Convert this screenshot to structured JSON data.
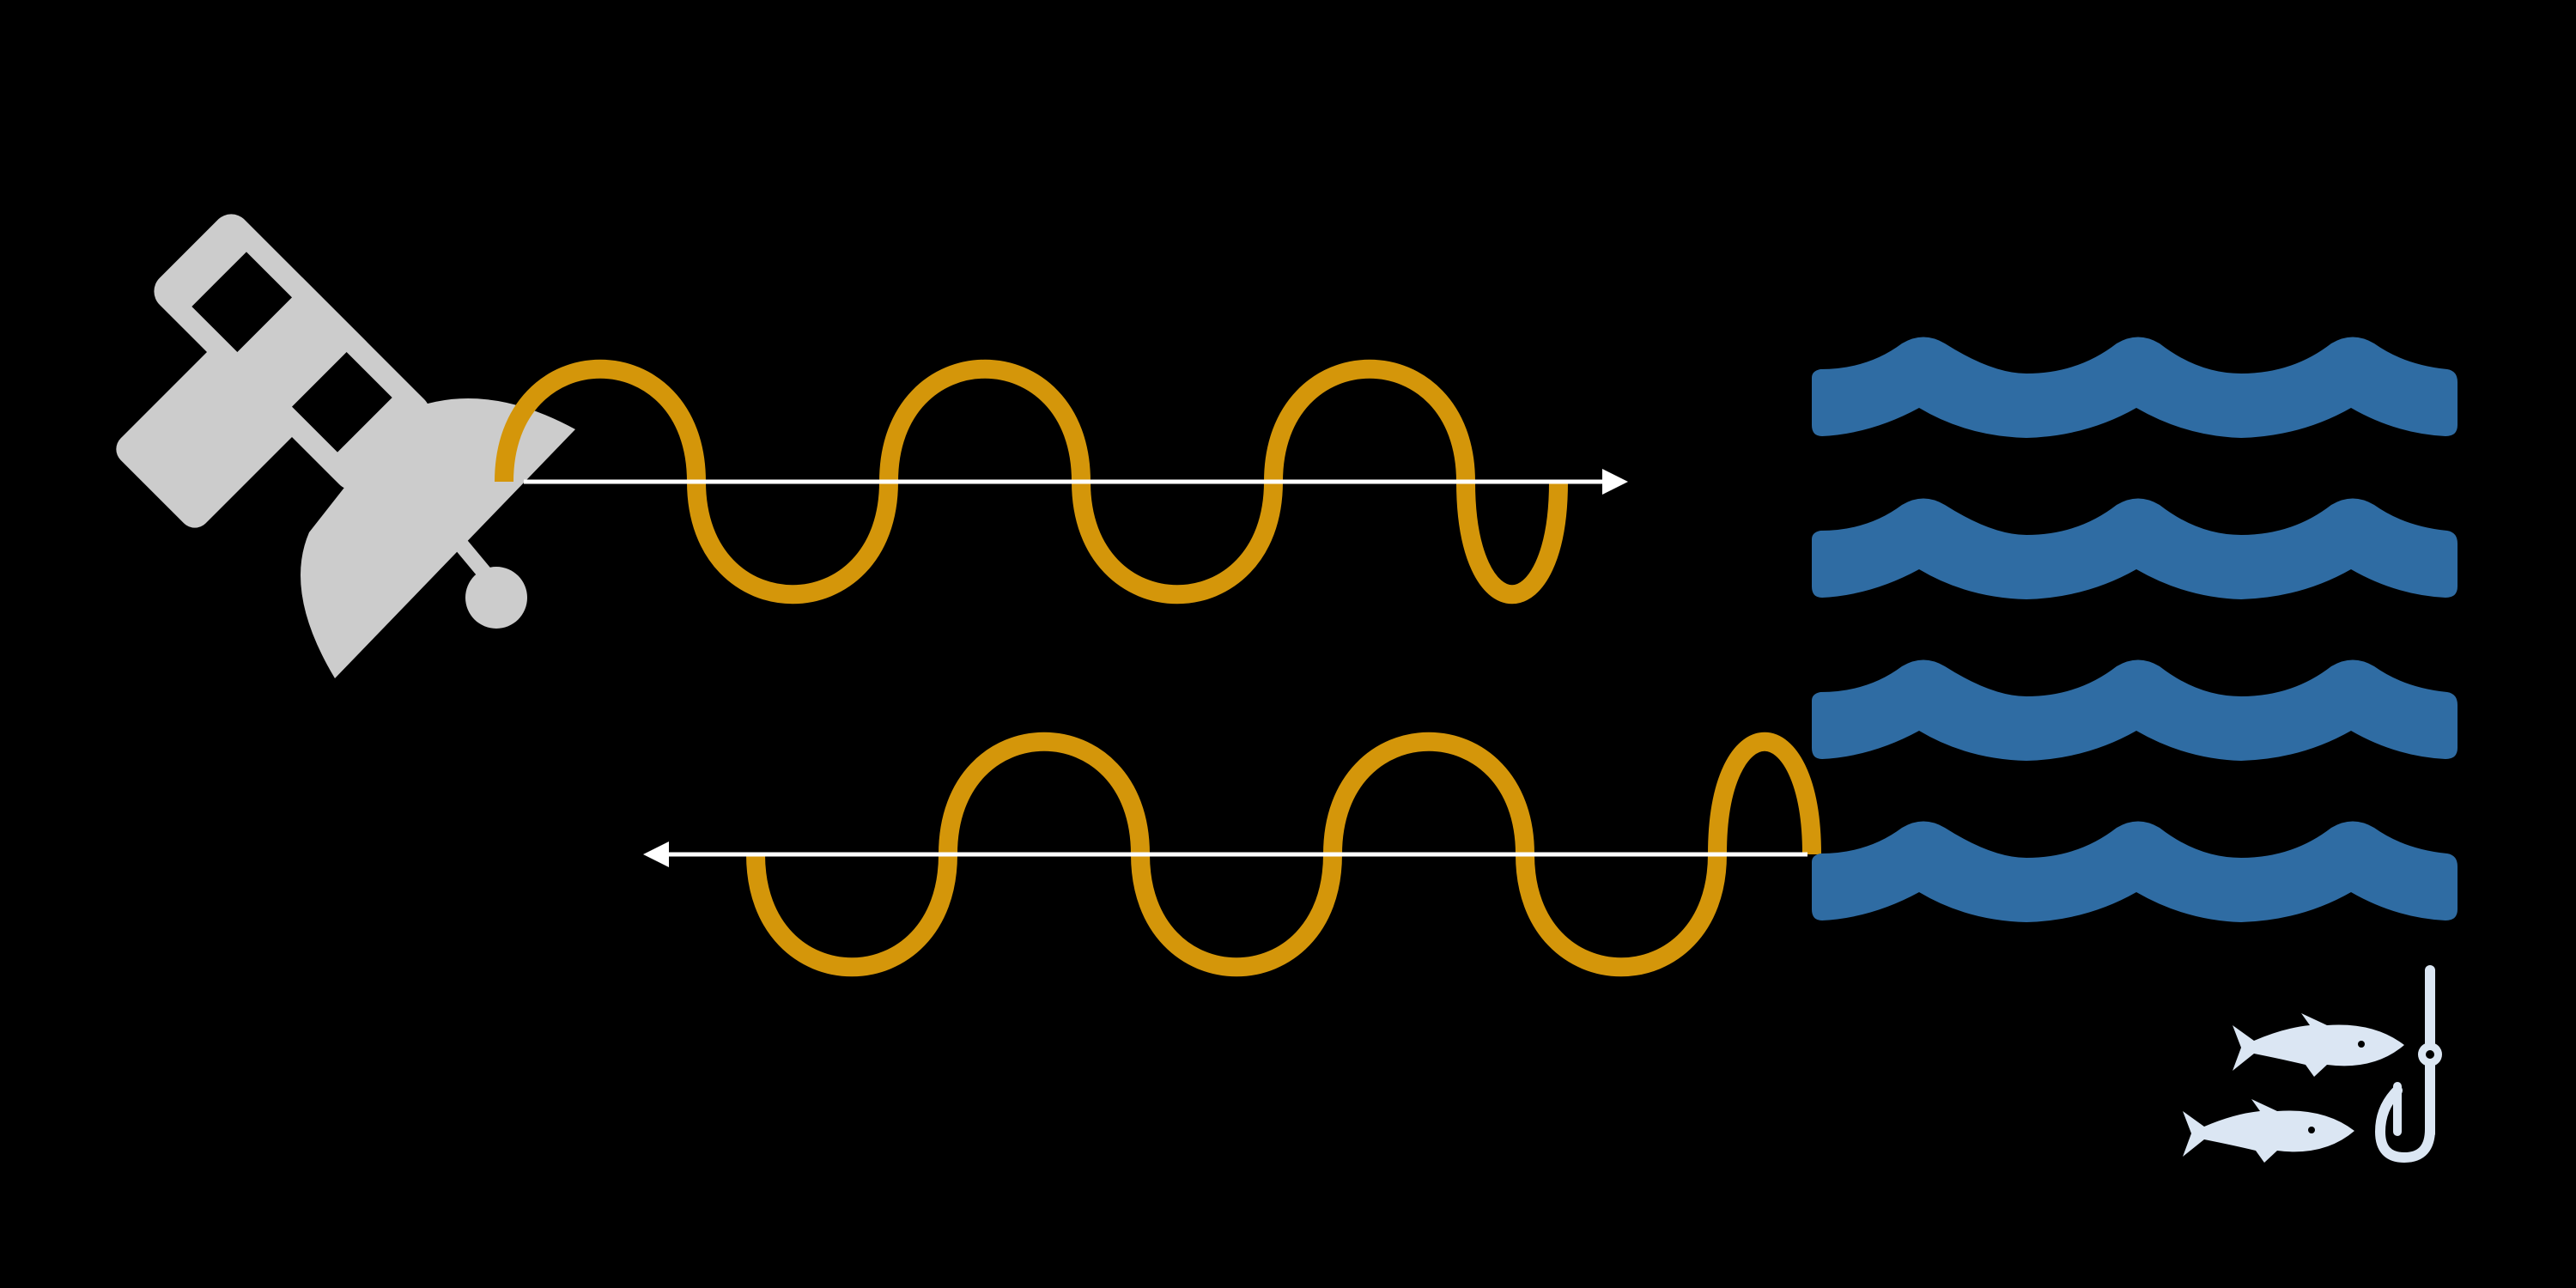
{
  "colors": {
    "background": "#000000",
    "satellite": "#cccccc",
    "signal_wave": "#d4960a",
    "arrow": "#ffffff",
    "water": "#2f6ca3",
    "fish": "#dbe6f3",
    "hook": "#dbe6f3"
  },
  "icons": {
    "satellite": "satellite-icon",
    "water": "water-waves-icon",
    "fish": "fish-icon",
    "hook": "fishing-hook-icon"
  },
  "waves": {
    "outgoing": {
      "direction": "left-to-right",
      "crests": 3
    },
    "returning": {
      "direction": "right-to-left",
      "crests": 3
    }
  },
  "water_rows": 4,
  "fish_count": 2
}
